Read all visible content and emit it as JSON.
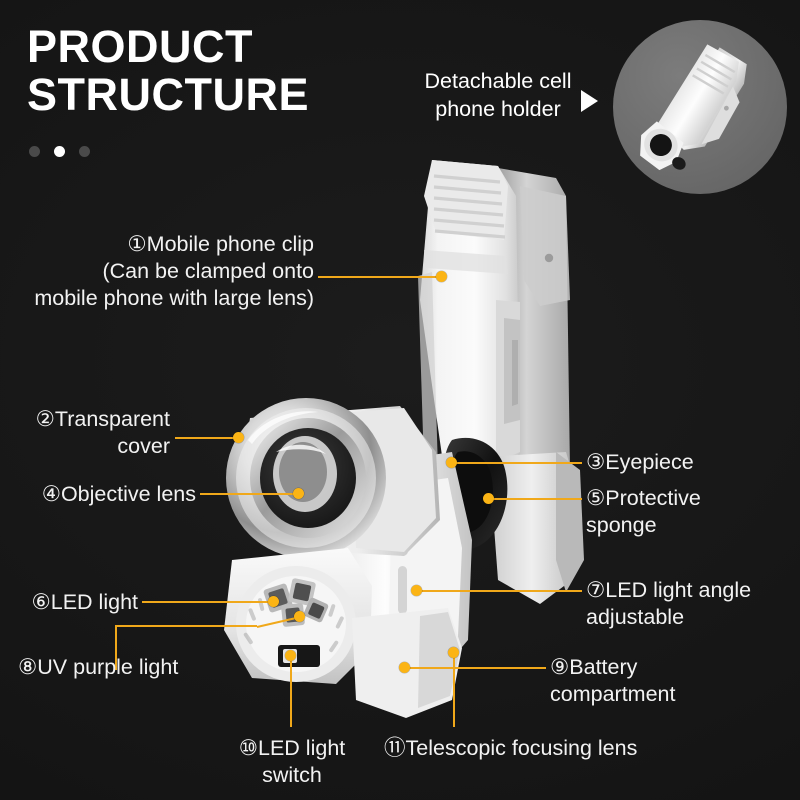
{
  "header": {
    "title": "PRODUCT\nSTRUCTURE",
    "pagination": [
      {
        "name": "dot-1",
        "active": false
      },
      {
        "name": "dot-2",
        "active": true
      },
      {
        "name": "dot-3",
        "active": false
      }
    ]
  },
  "inset": {
    "caption": "Detachable cell\nphone holder",
    "arrow_icon": "triangle-right-icon",
    "circle_color": "#6d6d6d"
  },
  "colors": {
    "background": "#161616",
    "accent_line": "#f0a81a",
    "accent_dot": "#fbb415",
    "text": "#ffffff",
    "inset_circle": "#6d6d6d",
    "product_white": "#f2f2f2"
  },
  "callouts": [
    {
      "marker": "①",
      "text": "①Mobile phone clip\n(Can be clamped onto\nmobile phone with large lens)",
      "align": "right"
    },
    {
      "marker": "②",
      "text": "②Transparent\ncover",
      "align": "right"
    },
    {
      "marker": "③",
      "text": "③Eyepiece",
      "align": "left"
    },
    {
      "marker": "④",
      "text": "④Objective lens",
      "align": "right"
    },
    {
      "marker": "⑤",
      "text": "⑤Protective\nsponge",
      "align": "left"
    },
    {
      "marker": "⑥",
      "text": "⑥LED light",
      "align": "right"
    },
    {
      "marker": "⑦",
      "text": "⑦LED light angle\nadjustable",
      "align": "left"
    },
    {
      "marker": "⑧",
      "text": "⑧UV purple light",
      "align": "left"
    },
    {
      "marker": "⑨",
      "text": "⑨Battery\ncompartment",
      "align": "left"
    },
    {
      "marker": "⑩",
      "text": "⑩LED light\nswitch",
      "align": "center"
    },
    {
      "marker": "⑪",
      "text": "⑪Telescopic focusing lens",
      "align": "left"
    }
  ]
}
